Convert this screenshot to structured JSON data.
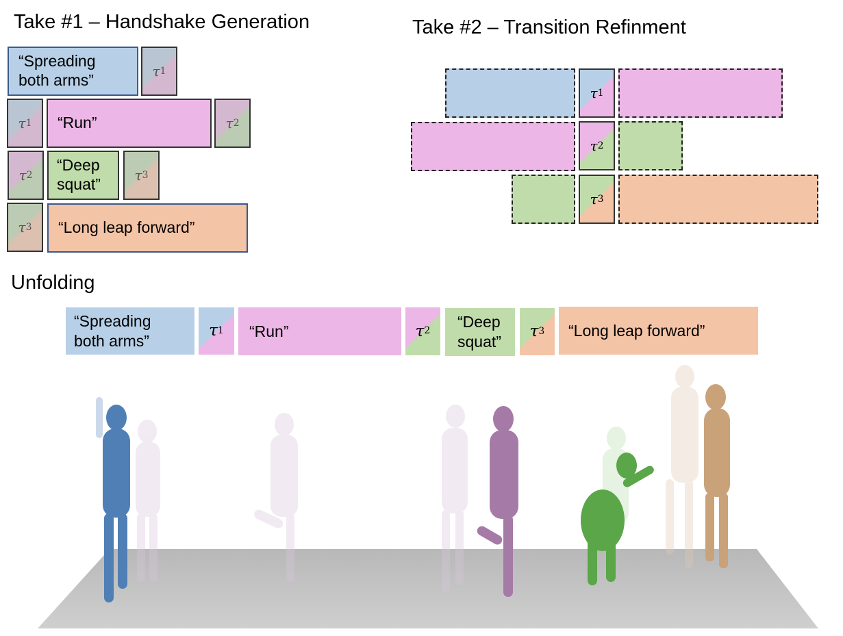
{
  "take1": {
    "title": "Take #1 – Handshake Generation",
    "rows": [
      {
        "segment": "“Spreading both arms”",
        "segment_line1": "“Spreading",
        "segment_line2": "both arms”",
        "transition_after": "τ",
        "transition_after_sub": "1"
      },
      {
        "transition_before": "τ",
        "transition_before_sub": "1",
        "segment": "“Run”",
        "transition_after": "τ",
        "transition_after_sub": "2"
      },
      {
        "transition_before": "τ",
        "transition_before_sub": "2",
        "segment_line1": "“Deep",
        "segment_line2": "squat”",
        "transition_after": "τ",
        "transition_after_sub": "3"
      },
      {
        "transition_before": "τ",
        "transition_before_sub": "3",
        "segment": "“Long leap forward”"
      }
    ]
  },
  "take2": {
    "title": "Take #2 – Transition Refinment",
    "transitions": [
      {
        "symbol": "τ",
        "sub": "1"
      },
      {
        "symbol": "τ",
        "sub": "2"
      },
      {
        "symbol": "τ",
        "sub": "3"
      }
    ]
  },
  "unfolding": {
    "title": "Unfolding",
    "sequence": [
      {
        "line1": "“Spreading",
        "line2": "both arms”"
      },
      {
        "symbol": "τ",
        "sub": "1"
      },
      {
        "text": "“Run”"
      },
      {
        "symbol": "τ",
        "sub": "2"
      },
      {
        "line1": "“Deep",
        "line2": "squat”"
      },
      {
        "symbol": "τ",
        "sub": "3"
      },
      {
        "text": "“Long leap forward”"
      }
    ]
  },
  "colors": {
    "spreading": "#b7d0e7",
    "run": "#ecb6e6",
    "squat": "#c0dcab",
    "leap": "#f4c4a6",
    "floor": "#c4c4c4",
    "figure_blue": "#4f7fb5",
    "figure_purple": "#a67aa6",
    "figure_green": "#5aa648",
    "figure_tan": "#c9a27a"
  }
}
